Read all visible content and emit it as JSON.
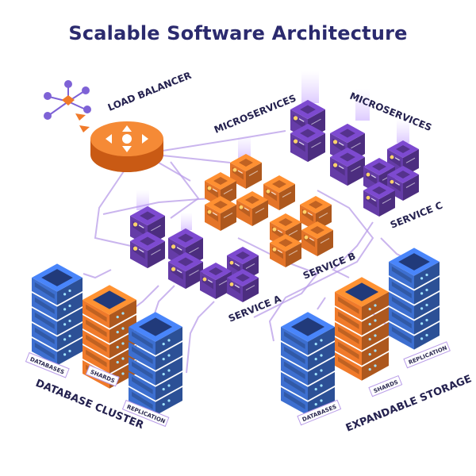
{
  "title": "Scalable Software Architecture",
  "labels": {
    "load_balancer": "LOAD BALANCER",
    "microservices_left": "MICROSERVICES",
    "microservices_right": "MICROSERVICES",
    "service_a": "SERVICE A",
    "service_b": "SERVICE B",
    "service_c": "SERVICE C",
    "database_cluster": "DATABASE CLUSTER",
    "expandable_storage": "EXPANDABLE STORAGE"
  },
  "tags": {
    "left_databases": "DATABASES",
    "left_shards": "SHARDS",
    "left_replication": "REPLICATION",
    "right_databases": "DATABASES",
    "right_shards": "SHARDS",
    "right_replication": "REPLICATION"
  },
  "colors": {
    "title": "#2b2a6e",
    "orange": "#f07a2a",
    "orange_dark": "#c95a14",
    "purple": "#6a3fb0",
    "purple_dark": "#4a2583",
    "blue": "#3d6fd0",
    "blue_dark": "#274c9a",
    "line": "#a78be0"
  },
  "icons": {
    "load_balancer": "four-arrows-icon",
    "network_hub": "network-hub-icon",
    "service_cube": "cube-server-icon",
    "server_rack": "server-rack-icon"
  }
}
